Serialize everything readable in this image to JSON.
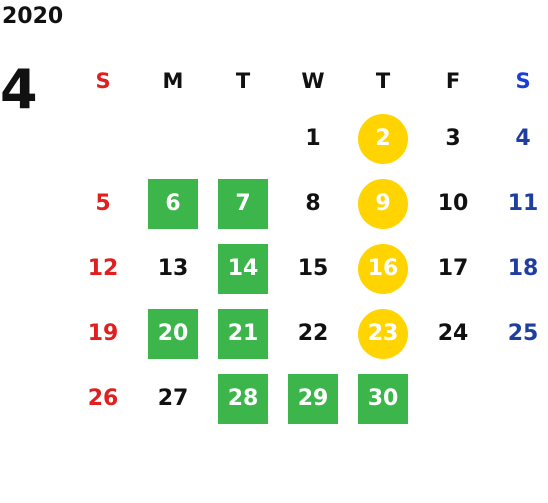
{
  "year": "2020",
  "month": "4",
  "colors": {
    "sunday": "#e02020",
    "saturday": "#1f3fa0",
    "green_day": "#3cb54a",
    "yellow_day": "#ffd400",
    "text": "#111111"
  },
  "weekdays": [
    "S",
    "M",
    "T",
    "W",
    "T",
    "F",
    "S"
  ],
  "weeks": [
    [
      {
        "day": ""
      },
      {
        "day": ""
      },
      {
        "day": ""
      },
      {
        "day": "1"
      },
      {
        "day": "2",
        "mark": "yellow"
      },
      {
        "day": "3"
      },
      {
        "day": "4"
      }
    ],
    [
      {
        "day": "5"
      },
      {
        "day": "6",
        "mark": "green"
      },
      {
        "day": "7",
        "mark": "green"
      },
      {
        "day": "8"
      },
      {
        "day": "9",
        "mark": "yellow"
      },
      {
        "day": "10"
      },
      {
        "day": "11"
      }
    ],
    [
      {
        "day": "12"
      },
      {
        "day": "13"
      },
      {
        "day": "14",
        "mark": "green"
      },
      {
        "day": "15"
      },
      {
        "day": "16",
        "mark": "yellow"
      },
      {
        "day": "17"
      },
      {
        "day": "18"
      }
    ],
    [
      {
        "day": "19"
      },
      {
        "day": "20",
        "mark": "green"
      },
      {
        "day": "21",
        "mark": "green"
      },
      {
        "day": "22"
      },
      {
        "day": "23",
        "mark": "yellow"
      },
      {
        "day": "24"
      },
      {
        "day": "25"
      }
    ],
    [
      {
        "day": "26"
      },
      {
        "day": "27"
      },
      {
        "day": "28",
        "mark": "green"
      },
      {
        "day": "29",
        "mark": "green"
      },
      {
        "day": "30",
        "mark": "green"
      },
      {
        "day": ""
      },
      {
        "day": ""
      }
    ]
  ]
}
